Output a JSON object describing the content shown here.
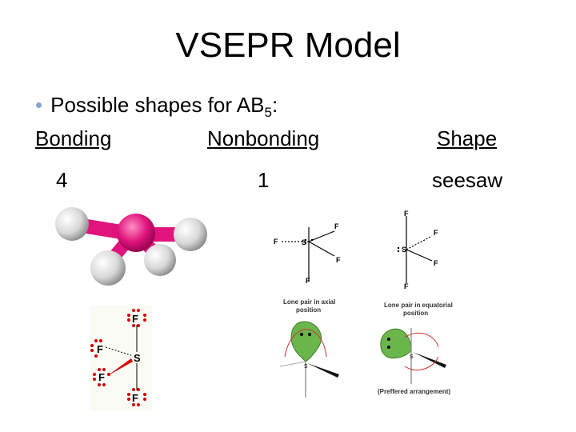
{
  "slide": {
    "title": "VSEPR Model",
    "bullet": {
      "text_before": "Possible shapes for AB",
      "subscript": "5",
      "text_after": ":"
    },
    "headers": {
      "bonding": "Bonding",
      "nonbonding": "Nonbonding",
      "shape": "Shape"
    },
    "values": {
      "bonding": "4",
      "nonbonding": "1",
      "shape": "seesaw"
    }
  },
  "figures": {
    "lewis": {
      "central": "S",
      "ligand": "F"
    },
    "axial_diagram": {
      "central": "S",
      "ligand": "F",
      "caption_line1": "Lone pair in axial",
      "caption_line2": "position"
    },
    "equatorial_diagram": {
      "central": "S",
      "ligand": "F",
      "caption_line1": "Lone pair in equatorial",
      "caption_line2": "position",
      "note": "(Preffered arrangement)"
    }
  },
  "colors": {
    "bullet": "#7fa7d6",
    "central_atom": "#e0147c",
    "electron_dots": "#d40000",
    "lobe": "#6ab64a"
  }
}
